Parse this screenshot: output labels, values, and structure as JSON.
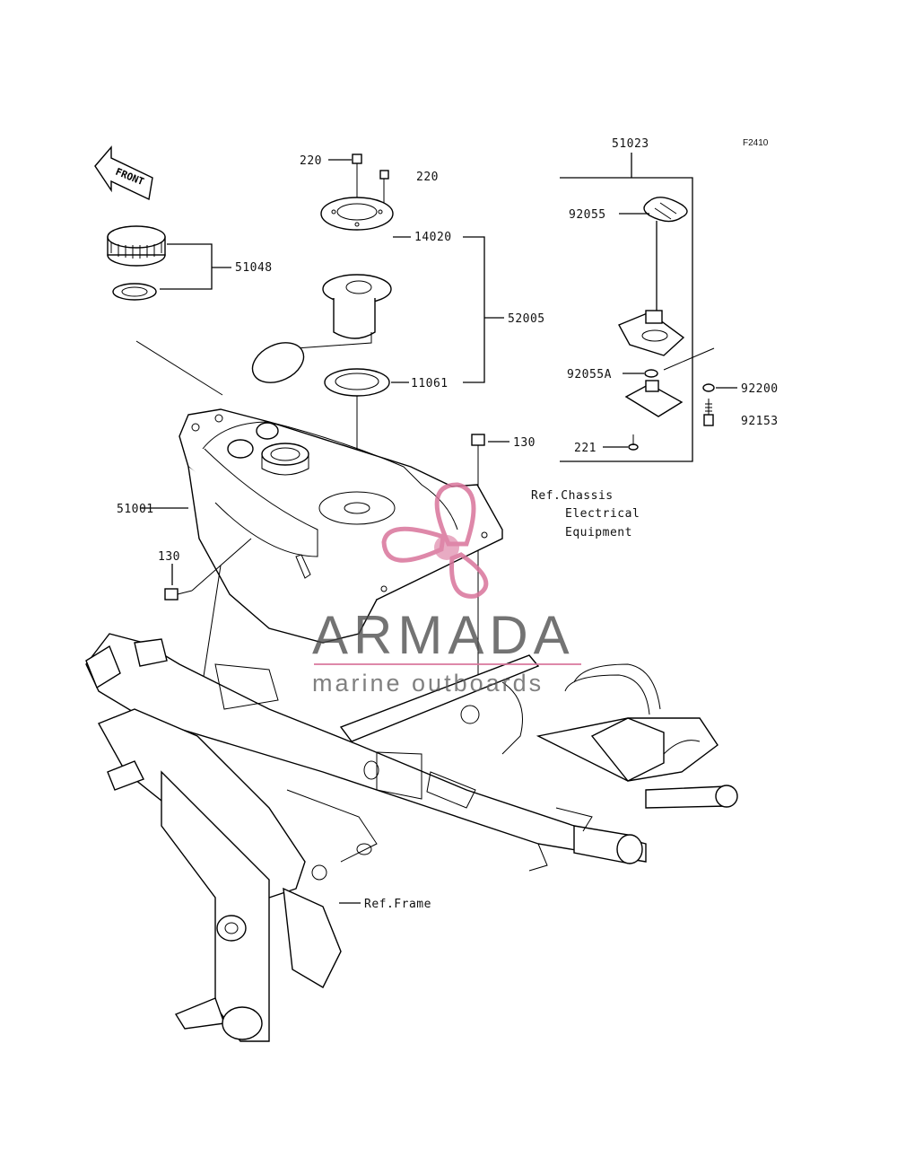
{
  "figure_code": "F2410",
  "front_label": "FRONT",
  "part_labels": {
    "p220a": "220",
    "p220b": "220",
    "p51023": "51023",
    "p92055": "92055",
    "p14020": "14020",
    "p51048": "51048",
    "p52005": "52005",
    "p11061": "11061",
    "p92055A": "92055A",
    "p92200": "92200",
    "p92153": "92153",
    "p130a": "130",
    "p221": "221",
    "p51001": "51001",
    "p130b": "130"
  },
  "references": {
    "chassis_line1": "Ref.Chassis",
    "chassis_line2": "Electrical",
    "chassis_line3": "Equipment",
    "frame": "Ref.Frame"
  },
  "watermark": {
    "brand": "ARMADA",
    "tagline": "marine outboards",
    "accent_color": "#d9749b"
  }
}
